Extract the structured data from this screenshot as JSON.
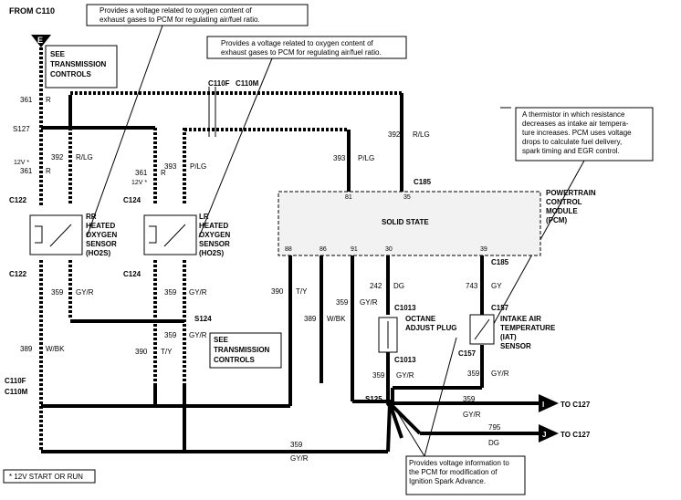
{
  "notes": {
    "rr_o2": [
      "Provides a voltage related to oxygen content of",
      "exhaust gases to PCM for regulating air/fuel ratio."
    ],
    "lr_o2": [
      "Provides a voltage related to oxygen content of",
      "exhaust gases to PCM for regulating air/fuel ratio."
    ],
    "iat": [
      "A thermistor in which resistance",
      "decreases as intake air tempera-",
      "ture increases. PCM uses voltage",
      "drops to calculate fuel delivery,",
      "spark timing and EGR control."
    ],
    "octane": [
      "Provides voltage information to",
      "the PCM for modification of",
      "Ignition Spark Advance."
    ],
    "v12": "* 12V START OR RUN"
  },
  "labels": {
    "from_c110": "FROM C110",
    "connector_e": "E",
    "see_trans": [
      "SEE",
      "TRANSMISSION",
      "CONTROLS"
    ],
    "arrow_i": "I",
    "arrow_j": "J",
    "to_c127": "TO C127",
    "v12_star": "12V *"
  },
  "sensors": {
    "rr": [
      "RR",
      "HEATED",
      "OXYGEN",
      "SENSOR",
      "(HO2S)"
    ],
    "lr": [
      "LR",
      "HEATED",
      "OXYGEN",
      "SENSOR",
      "(HO2S)"
    ],
    "octane": [
      "OCTANE",
      "ADJUST PLUG"
    ],
    "iat": [
      "INTAKE AIR",
      "TEMPERATURE",
      "(IAT)",
      "SENSOR"
    ]
  },
  "pcm": {
    "solid_state": "SOLID STATE",
    "label": [
      "POWERTRAIN",
      "CONTROL",
      "MODULE",
      "(PCM)"
    ],
    "pins": [
      "81",
      "35",
      "88",
      "86",
      "91",
      "30",
      "39"
    ]
  },
  "wires": {
    "w361": "361",
    "w392": "392",
    "w393": "393",
    "w359": "359",
    "w389": "389",
    "w390": "390",
    "w242": "242",
    "w743": "743",
    "w795": "795"
  },
  "colors": {
    "r": "R",
    "rlg": "R/LG",
    "plg": "P/LG",
    "gyr": "GY/R",
    "wbk": "W/BK",
    "ty": "T/Y",
    "dg": "DG",
    "gy": "GY"
  },
  "connectors": {
    "s127": "S127",
    "c122": "C122",
    "c124": "C124",
    "s124": "S124",
    "c110f": "C110F",
    "c110m": "C110M",
    "c185": "C185",
    "c1013": "C1013",
    "s125": "S125",
    "c157": "C157"
  }
}
